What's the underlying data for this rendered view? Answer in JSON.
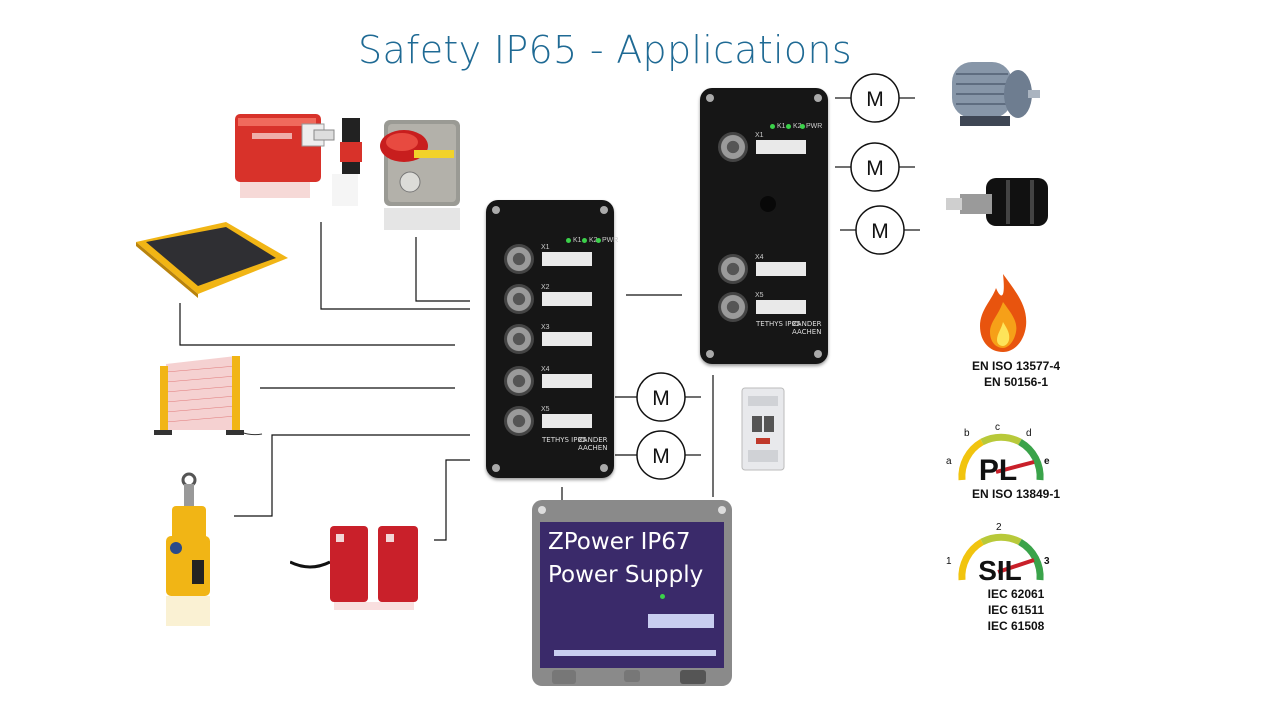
{
  "title": "Safety IP65 - Applications",
  "motor_symbol": "M",
  "module": {
    "brand": "TETHYS IP65",
    "maker": "ZANDER AACHEN",
    "ports_left": [
      "X1",
      "X2",
      "X3",
      "X4",
      "X5"
    ],
    "ports_right": [
      "X1",
      "X4",
      "X5"
    ],
    "leds": [
      "K1",
      "K2",
      "PWR"
    ]
  },
  "power_supply": {
    "line1": "ZPower IP67",
    "line2": "Power Supply"
  },
  "certifications": {
    "fire": [
      "EN ISO 13577-4",
      "EN 50156-1"
    ],
    "pl": {
      "label": "PL",
      "scale": [
        "a",
        "b",
        "c",
        "d",
        "e"
      ],
      "standard": "EN ISO 13849-1"
    },
    "sil": {
      "label": "SIL",
      "scale": [
        "1",
        "2",
        "3"
      ],
      "standards": [
        "IEC 62061",
        "IEC 61511",
        "IEC 61508"
      ]
    }
  },
  "device_images": [
    "safety-interlock-switch",
    "emergency-stop-button",
    "safety-mat",
    "light-curtain",
    "rope-pull-switch",
    "magnetic-safety-sensor",
    "electric-motor",
    "starter-motor",
    "circuit-breaker"
  ],
  "colors": {
    "title": "#1f6a94",
    "psu_panel": "#3a2a6a",
    "module_body": "#161616",
    "led": "#3bd14a",
    "safety_red": "#d8322a",
    "safety_yellow": "#f1b515"
  }
}
